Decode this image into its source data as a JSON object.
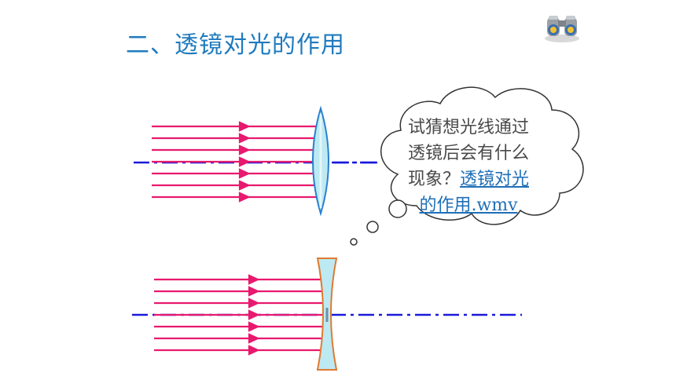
{
  "slide": {
    "title": "二、透镜对光的作用",
    "thought": {
      "text": "试猜想光线通过透镜后会有什么现象？",
      "link_text": "透镜对光的作用.wmv"
    },
    "icons": {
      "top_right": "binoculars-icon"
    },
    "colors": {
      "title": "#1f7bbf",
      "rays": "#e8196e",
      "axis": "#1a1adb",
      "lens_fill": "#bdeaf2",
      "convex_outline": "#2a7fd0",
      "concave_outline": "#e07a30",
      "link": "#1f6fb8"
    }
  }
}
